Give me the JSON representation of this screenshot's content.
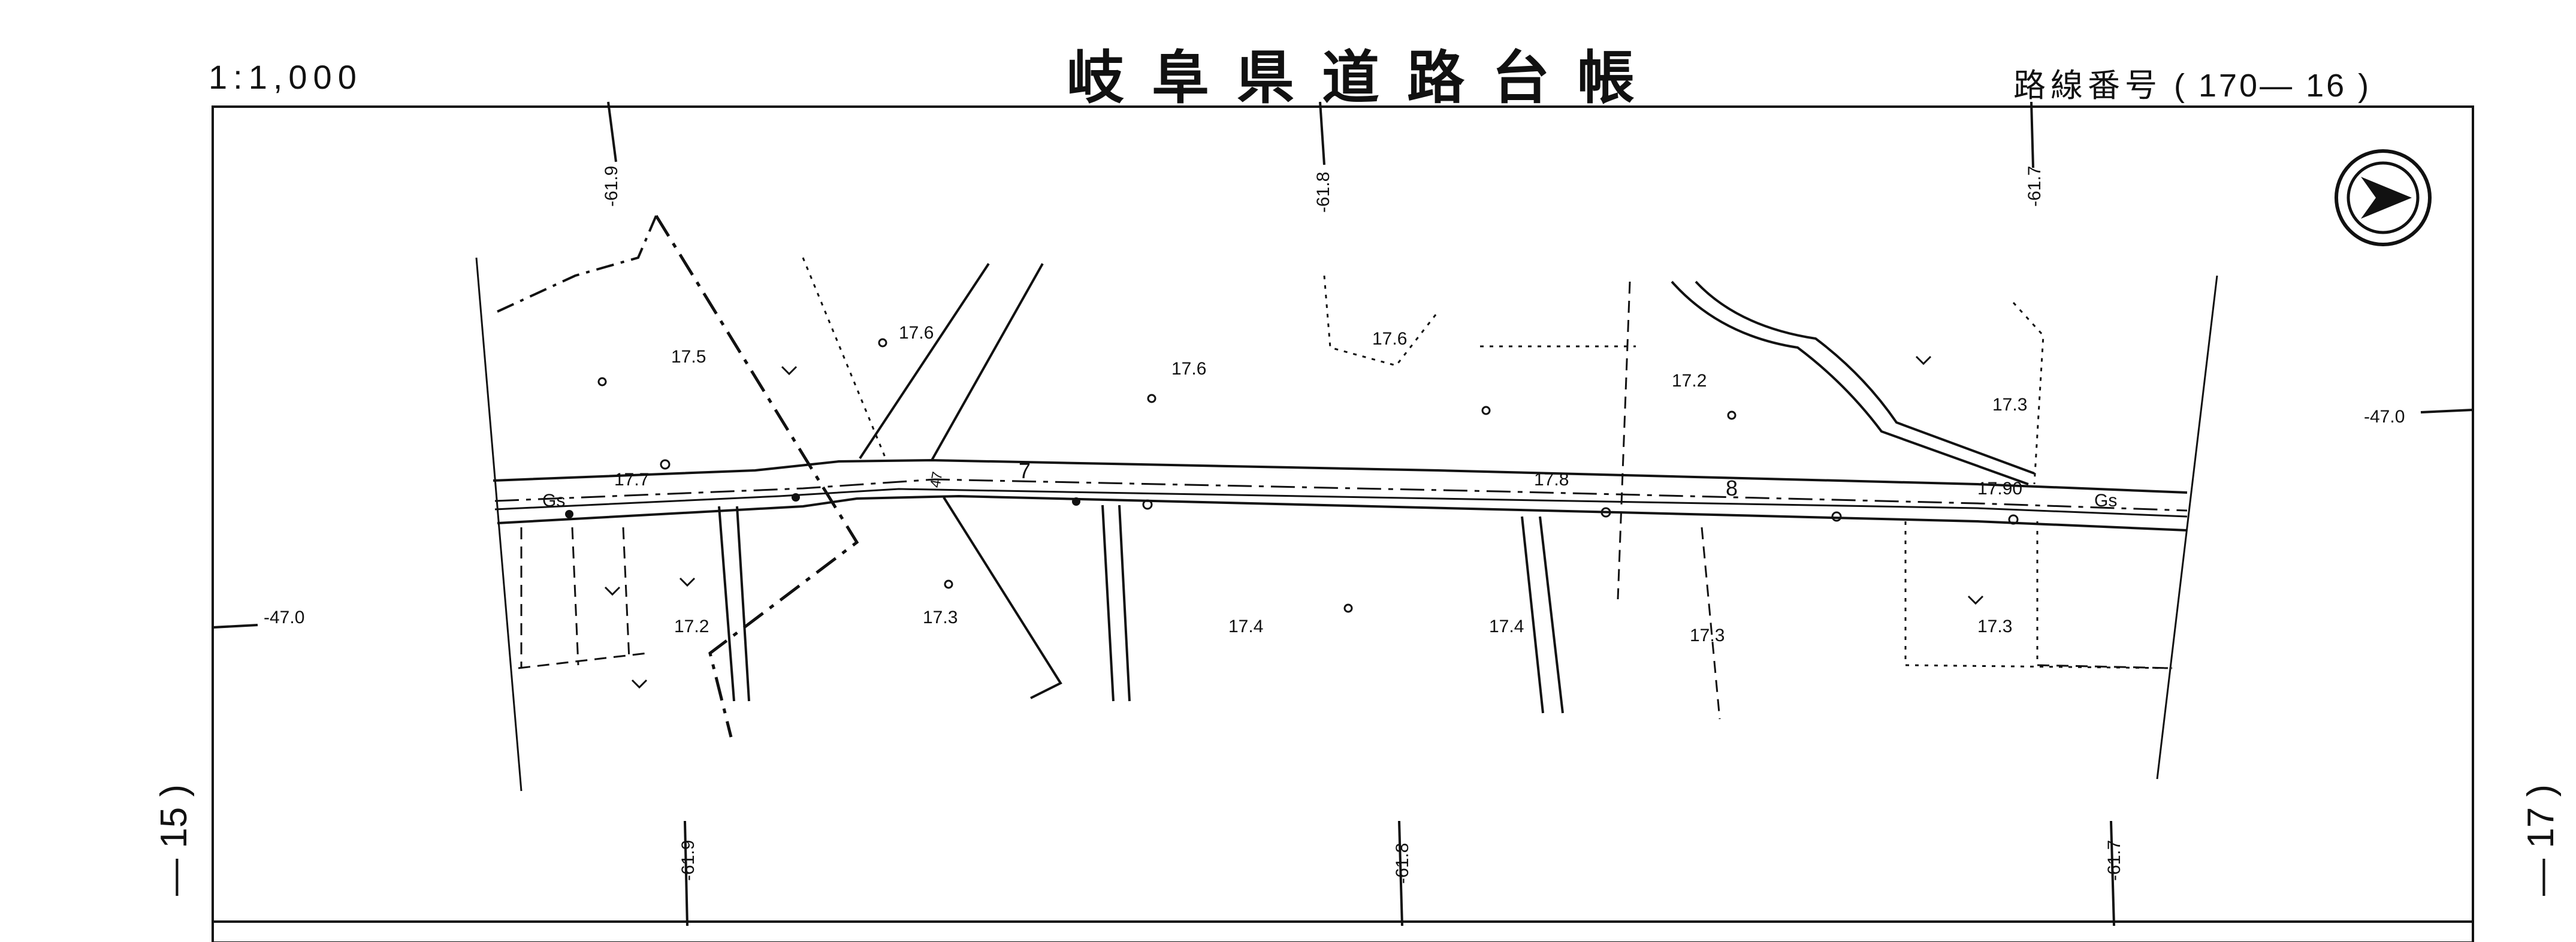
{
  "header": {
    "scale": "1:1,000",
    "title": "岐阜県道路台帳",
    "route_label": "路線番号",
    "route_number": "( 170— 16 )"
  },
  "adjacent_sheets": {
    "left": "— 15 )",
    "right": "— 17 )"
  },
  "grid_labels": {
    "top": [
      "-61.9",
      "-61.8",
      "-61.7"
    ],
    "bottom": [
      "-61.9",
      "-61.8",
      "-61.7"
    ],
    "left": "-47.0",
    "right": "-47.0"
  },
  "elevations": [
    "17.5",
    "17.6",
    "17.6",
    "17.6",
    "17.2",
    "17.3",
    "17.7",
    "17.8",
    "17.90",
    "17.2",
    "17.3",
    "17.4",
    "17.4",
    "17.3",
    "17.3"
  ],
  "road_features": {
    "stations": [
      "7",
      "8"
    ],
    "gas_marks": [
      "Gs",
      "Gs"
    ],
    "bridge_mark": "47"
  }
}
